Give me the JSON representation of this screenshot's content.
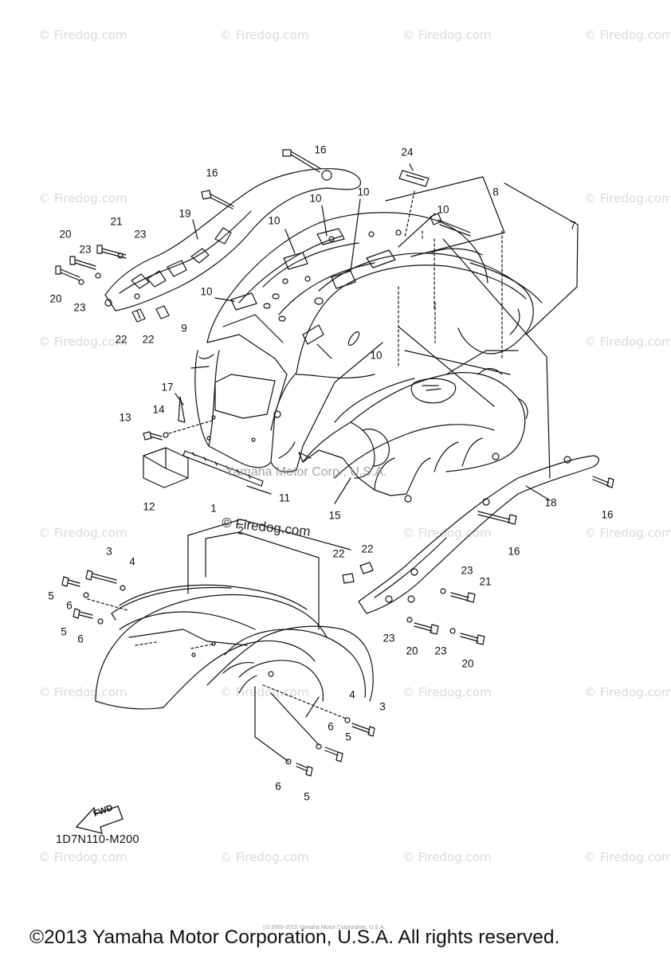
{
  "watermarks": {
    "text": "© Firedog.com",
    "corporate": "Yamaha Motor Corp., U.S.A.",
    "firedog_overlay": "© Firedog.com"
  },
  "callouts": {
    "c1": "1",
    "c2": "2",
    "c3a": "3",
    "c3b": "3",
    "c4a": "4",
    "c4b": "4",
    "c5a": "5",
    "c5b": "5",
    "c5c": "5",
    "c5d": "5",
    "c6a": "6",
    "c6b": "6",
    "c6c": "6",
    "c6d": "6",
    "c7": "7",
    "c8": "8",
    "c9": "9",
    "c10a": "10",
    "c10b": "10",
    "c10c": "10",
    "c10d": "10",
    "c10e": "10",
    "c10f": "10",
    "c11": "11",
    "c12": "12",
    "c13": "13",
    "c14": "14",
    "c15": "15",
    "c16a": "16",
    "c16b": "16",
    "c16c": "16",
    "c16d": "16",
    "c17": "17",
    "c18": "18",
    "c19": "19",
    "c20a": "20",
    "c20b": "20",
    "c20c": "20",
    "c20d": "20",
    "c21a": "21",
    "c21b": "21",
    "c22a": "22",
    "c22b": "22",
    "c22c": "22",
    "c22d": "22",
    "c23a": "23",
    "c23b": "23",
    "c23c": "23",
    "c23d": "23",
    "c23e": "23",
    "c23f": "23",
    "c24": "24"
  },
  "fwd_label": "FWD",
  "diagram_code": "1D7N110-M200",
  "small_copyright": "(c) 2005-2015 Yamaha Motor Corporation, U.S.A.",
  "copyright": "©2013 Yamaha Motor Corporation, U.S.A. All rights reserved."
}
